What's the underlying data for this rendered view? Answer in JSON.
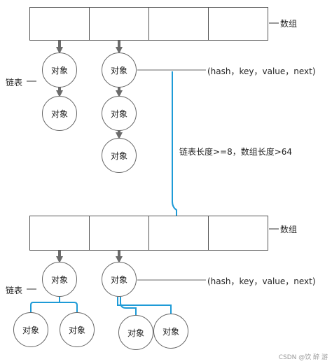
{
  "top": {
    "array_label": "数组",
    "list_label": "链表",
    "tuple_label": "(hash，key，value，next)",
    "nodes": [
      "对象",
      "对象",
      "对象",
      "对象",
      "对象"
    ]
  },
  "condition_label": "链表长度>=8，数组长度>64",
  "bottom": {
    "array_label": "数组",
    "list_label": "链表",
    "tuple_label": "(hash，key，value，next)",
    "nodes": [
      "对象",
      "对象",
      "对象",
      "对象",
      "对象",
      "对象"
    ]
  },
  "watermark": "CSDN @饮 醉 游",
  "colors": {
    "arrow": "#6b6b6b",
    "tree_line": "#1e9bd7",
    "border": "#555555"
  }
}
